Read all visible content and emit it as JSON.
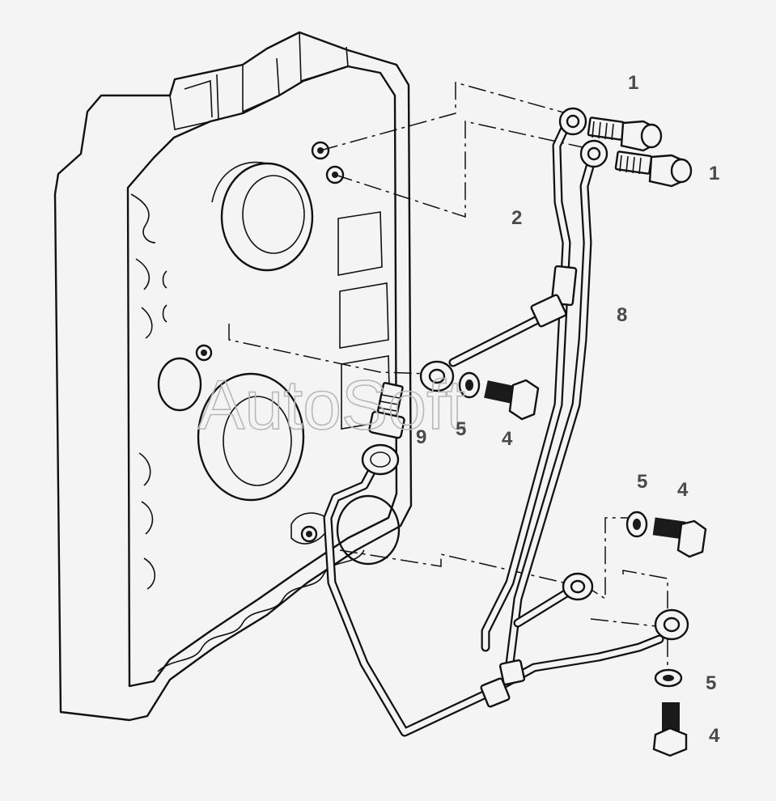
{
  "diagram": {
    "watermark": "AutoSoft",
    "callouts": [
      {
        "id": "callout-1-top",
        "text": "1"
      },
      {
        "id": "callout-1-right",
        "text": "1"
      },
      {
        "id": "callout-2",
        "text": "2"
      },
      {
        "id": "callout-8",
        "text": "8"
      },
      {
        "id": "callout-9",
        "text": "9"
      },
      {
        "id": "callout-5-middle",
        "text": "5"
      },
      {
        "id": "callout-4-middle",
        "text": "4"
      },
      {
        "id": "callout-5-right",
        "text": "5"
      },
      {
        "id": "callout-4-right",
        "text": "4"
      },
      {
        "id": "callout-5-bottom",
        "text": "5"
      },
      {
        "id": "callout-4-bottom",
        "text": "4"
      }
    ]
  }
}
